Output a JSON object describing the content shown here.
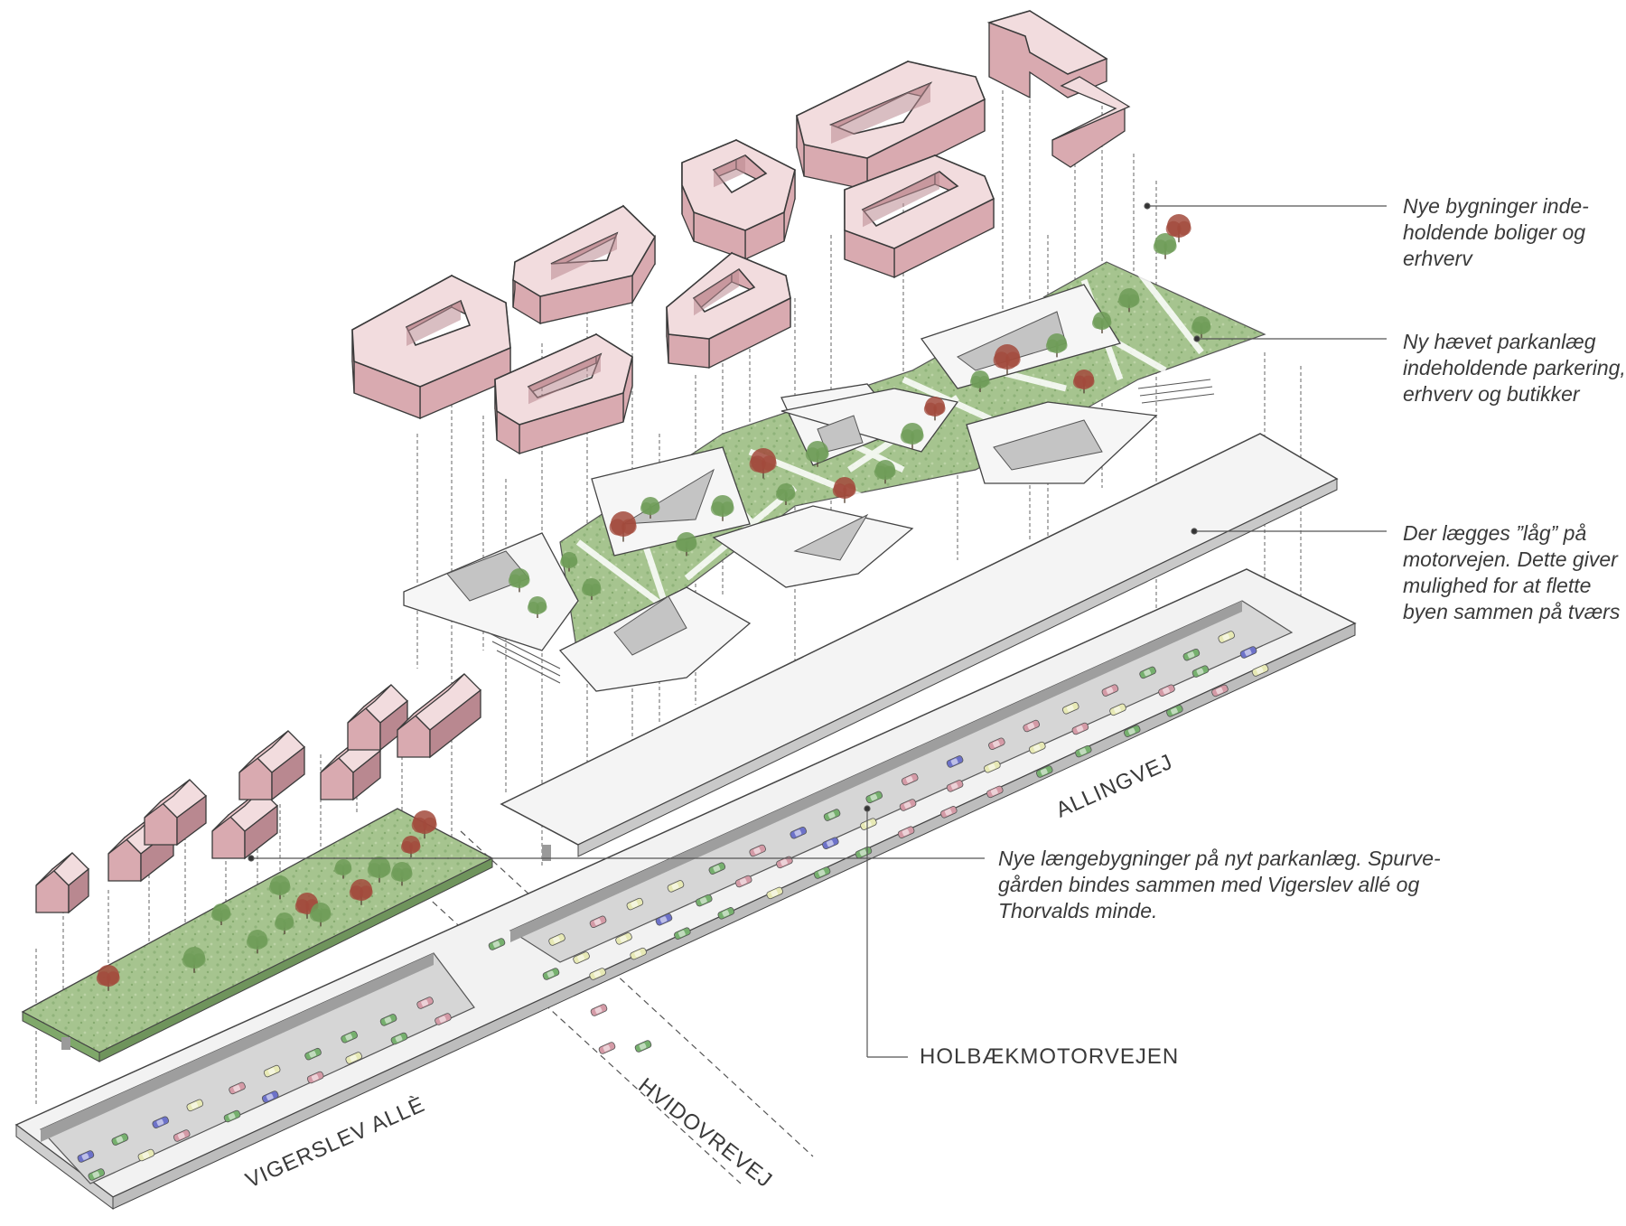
{
  "callouts": {
    "new_buildings": "Nye bygninger inde-\nholdende boliger og\nerhverv",
    "raised_park": "Ny hævet parkanlæg\nindeholdende parkering,\nerhverv og butikker",
    "lid": "Der lægges ”låg” på\nmotorvejen. Dette giver\nmulighed for at flette\nbyen sammen på tværs",
    "long_buildings": "Nye længebygninger på nyt parkanlæg. Spurve-\ngården bindes sammen med Vigerslev allé og\nThorvalds minde.",
    "motorway": "HOLBÆKMOTORVEJEN"
  },
  "roads": {
    "allingvej": "ALLINGVEJ",
    "vigerslev": "VIGERSLEV ALLÈ",
    "hvidovrevej": "HVIDOVREVEJ"
  },
  "colors": {
    "building_top": "#f2dcde",
    "building_side": "#d9aab0",
    "building_dark": "#b98890",
    "slab": "#f4f4f4",
    "slab_edge": "#cfcfcf",
    "grass": "#a6c48f",
    "grass_dark": "#7fa86a",
    "tree_green": "#6f9c58",
    "tree_red": "#a24a3c",
    "road": "#d4d4d4",
    "car_green": "#76b06e",
    "car_pink": "#d49aa6",
    "car_blue": "#6d72c9",
    "car_cream": "#e7e9b5",
    "line": "#555555"
  },
  "icons": {
    "building": "courtyard-building-icon",
    "house": "gable-house-icon",
    "tree": "tree-icon",
    "car": "car-icon"
  }
}
